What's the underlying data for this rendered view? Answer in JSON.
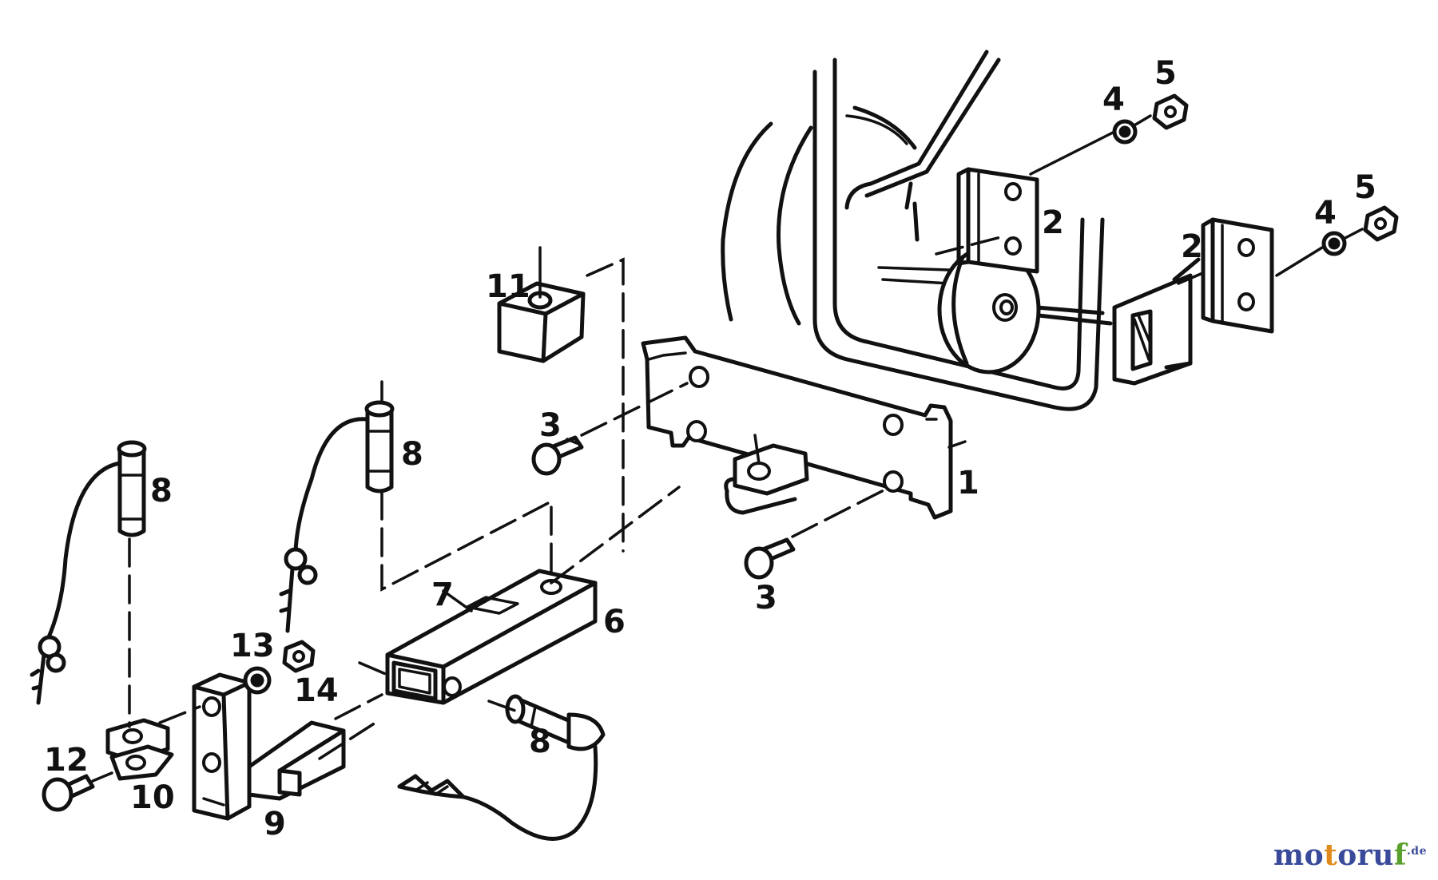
{
  "callouts": {
    "c1": "1",
    "c2a": "2",
    "c2b": "2",
    "c3a": "3",
    "c3b": "3",
    "c4a": "4",
    "c4b": "4",
    "c5a": "5",
    "c5b": "5",
    "c6": "6",
    "c7": "7",
    "c8a": "8",
    "c8b": "8",
    "c8c": "8",
    "c9": "9",
    "c10": "10",
    "c11": "11",
    "c12": "12",
    "c13": "13",
    "c14": "14"
  },
  "watermark": {
    "letters": [
      "m",
      "o",
      "t",
      "o",
      "r",
      "u",
      "f"
    ],
    "letter_colors": [
      "#3a4a9a",
      "#3a4a9a",
      "#e08a1c",
      "#3a4a9a",
      "#3a4a9a",
      "#3a4a9a",
      "#5aa02c"
    ],
    "suffix": ".de",
    "suffix_color": "#3a4a9a"
  }
}
